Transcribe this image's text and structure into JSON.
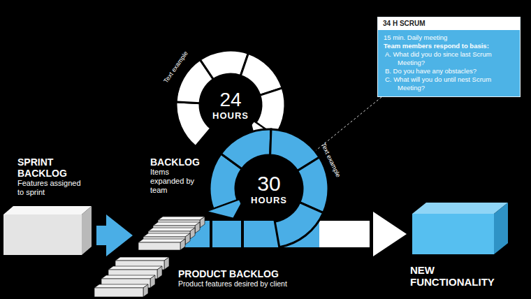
{
  "diagram": {
    "nodes": [
      {
        "text": [
          "SPRINT BACKLOG",
          "Features assigned to sprint"
        ]
      },
      {
        "text": [
          "BACKLOG",
          "Items expanded by team"
        ]
      },
      {
        "text": [
          "PRODUCT BACKLOG",
          "Product features desired by client"
        ]
      },
      {
        "text": [
          "24",
          "HOURS"
        ]
      },
      {
        "text": [
          "30",
          "HOURS"
        ]
      },
      {
        "text": [
          "NEW FUNCTIONALITY"
        ]
      },
      {
        "text": [
          "34 H SCRUM",
          "15 min. Daily meeting",
          "Team members respond to basis:",
          "A. What did you do since last Scrum Meeting?",
          "B. Do you have any obstacles?",
          "C. What will you do until nest Scrum Meeting?"
        ]
      }
    ],
    "edges": [
      {
        "from": 0,
        "to": 1,
        "arrow": "to"
      },
      {
        "from": 4,
        "to": 5,
        "arrow": "to"
      },
      {
        "from": 6,
        "to": 4,
        "arrow": "none"
      }
    ],
    "labels": [
      "Text example",
      "Text example"
    ]
  }
}
